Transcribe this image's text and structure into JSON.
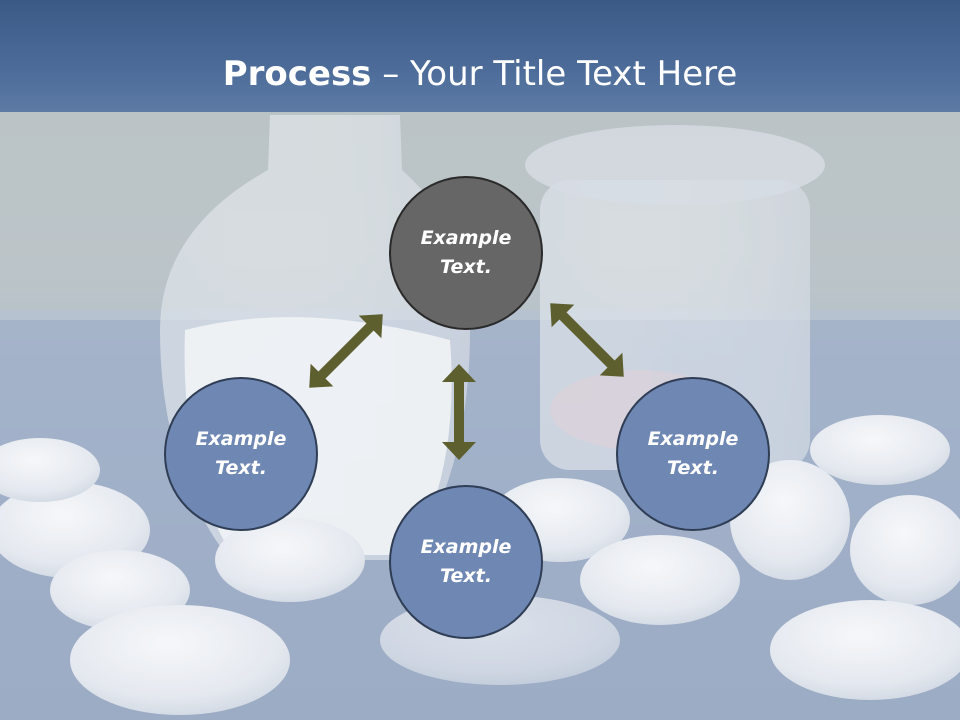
{
  "title": {
    "strong": "Process",
    "rest": " – Your Title Text Here"
  },
  "nodes": {
    "top": "Example\nText.",
    "left": "Example\nText.",
    "right": "Example\nText.",
    "bottom": "Example\nText."
  },
  "colors": {
    "node_blue": "#6f87b3",
    "node_grey": "#666666",
    "arrow": "#5d5f2e",
    "title_band": "#4c6b98"
  }
}
